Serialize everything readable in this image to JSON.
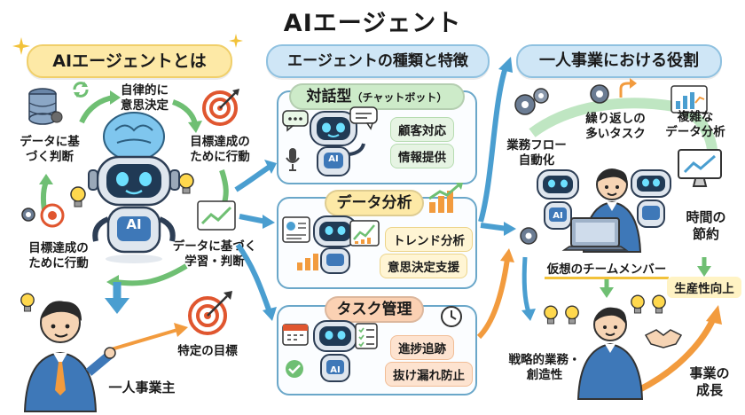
{
  "title": "AIエージェント",
  "sections": {
    "what": "AIエージェントとは",
    "types": "エージェントの種類と特徴",
    "role": "一人事業における役割"
  },
  "what_cycle": {
    "autonomous": "自律的に\n意思決定",
    "goal_action_top": "目標達成の\nために行動",
    "data_judge_right": "データに基づく\n学習・判断",
    "goal_action_left": "目標達成の\nために行動",
    "data_judge_left": "データに基\nづく判断",
    "robot_label": "AI",
    "owner": "一人事業主",
    "goal": "特定の目標"
  },
  "types": {
    "dialog": {
      "name": "対話型",
      "sub": "（チャットボット）",
      "items": [
        "顧客対応",
        "情報提供"
      ],
      "robot_label": "AI"
    },
    "data": {
      "name": "データ分析",
      "items": [
        "トレンド分析",
        "意思決定支援"
      ]
    },
    "task": {
      "name": "タスク管理",
      "items": [
        "進捗追跡",
        "抜け漏れ防止"
      ],
      "robot_label": "AI"
    }
  },
  "role": {
    "workflow": "業務フロー\n自動化",
    "repeat": "繰り返しの\n多いタスク",
    "complex": "複雑な\nデータ分析",
    "time": "時間の\n節約",
    "team": "仮想のチームメンバー",
    "productivity": "生産性向上",
    "strategic": "戦略的業務・\n創造性",
    "growth": "事業の\n成長",
    "robot_label": "AI"
  },
  "colors": {
    "left_pill": "#fde9a6",
    "mid_pill": "#cfe6f6",
    "right_pill": "#cfe6f6",
    "dialog_head": "#cdebc9",
    "data_head": "#fde9a6",
    "task_head": "#fbd1b3",
    "arrow_blue": "#4a9ed0",
    "arrow_green": "#6fbf73",
    "arrow_orange": "#f29b3e"
  }
}
